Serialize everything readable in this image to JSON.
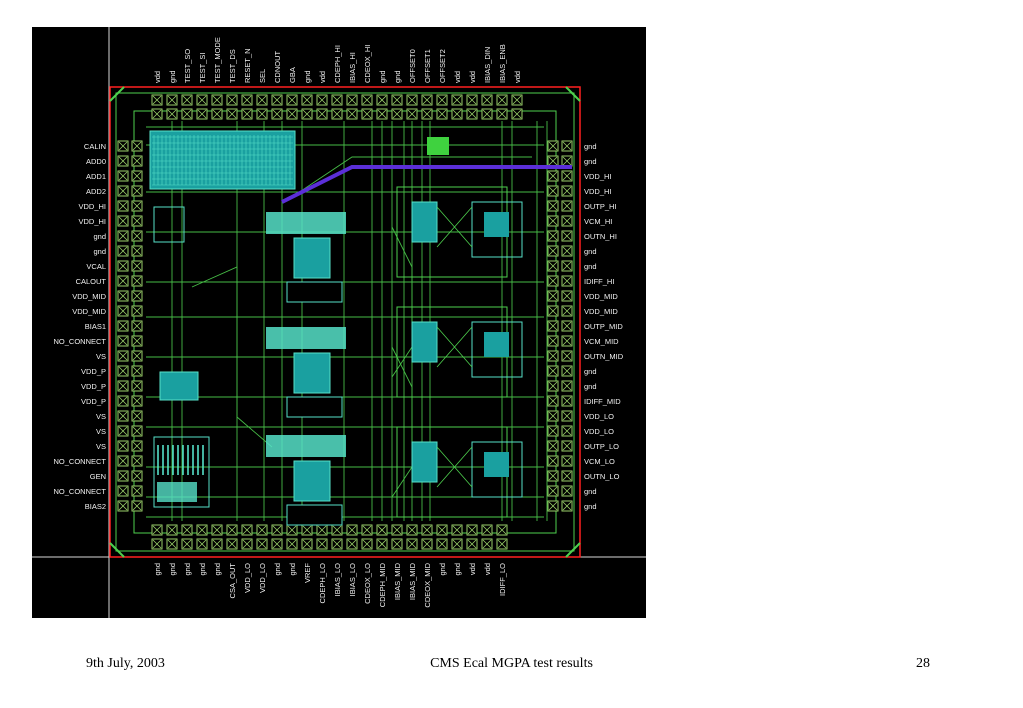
{
  "footer": {
    "date": "9th July, 2003",
    "title": "CMS Ecal MGPA test results",
    "page": "28"
  },
  "pins": {
    "top": [
      "vdd",
      "gnd",
      "TEST_SO",
      "TEST_SI",
      "TEST_MODE",
      "TEST_DS",
      "RESET_N",
      "SEL",
      "CDNOUT",
      "GBA",
      "gnd",
      "vdd",
      "CDEPH_HI",
      "IBIAS_HI",
      "CDEOX_HI",
      "gnd",
      "gnd",
      "OFFSET0",
      "OFFSET1",
      "OFFSET2",
      "vdd",
      "vdd",
      "IBIAS_DIN",
      "IBIAS_ENB",
      "vdd"
    ],
    "left": [
      "CALIN",
      "ADD0",
      "ADD1",
      "ADD2",
      "VDD_HI",
      "VDD_HI",
      "gnd",
      "gnd",
      "VCAL",
      "CALOUT",
      "VDD_MID",
      "VDD_MID",
      "BIAS1",
      "NO_CONNECT",
      "VS",
      "VDD_P",
      "VDD_P",
      "VDD_P",
      "VS",
      "VS",
      "VS",
      "NO_CONNECT",
      "GEN",
      "NO_CONNECT",
      "BIAS2"
    ],
    "right": [
      "gnd",
      "gnd",
      "VDD_HI",
      "VDD_HI",
      "OUTP_HI",
      "VCM_HI",
      "OUTN_HI",
      "gnd",
      "gnd",
      "IDIFF_HI",
      "VDD_MID",
      "VDD_MID",
      "OUTP_MID",
      "VCM_MID",
      "OUTN_MID",
      "gnd",
      "gnd",
      "IDIFF_MID",
      "VDD_LO",
      "VDD_LO",
      "OUTP_LO",
      "VCM_LO",
      "OUTN_LO",
      "gnd",
      "gnd"
    ],
    "bottom": [
      "gnd",
      "gnd",
      "gnd",
      "gnd",
      "gnd",
      "CSA_OUT",
      "VDD_LO",
      "VDD_LO",
      "gnd",
      "gnd",
      "VREF",
      "CDEPH_LO",
      "IBIAS_LO",
      "IBIAS_LO",
      "CDEOX_LO",
      "CDEPH_MID",
      "IBIAS_MID",
      "IBIAS_MID",
      "CDEOX_MID",
      "gnd",
      "gnd",
      "vdd",
      "vdd",
      "IDIFF_LO"
    ]
  },
  "colors": {
    "background": "#000000",
    "routing": "#4ed04e",
    "block": "#56e0c8",
    "block_dark": "#1aa0a0",
    "pad": "#9ad06a",
    "power_bus": "#5b2fd8",
    "boundary": "#ff2020",
    "label": "#f2f2f2"
  }
}
